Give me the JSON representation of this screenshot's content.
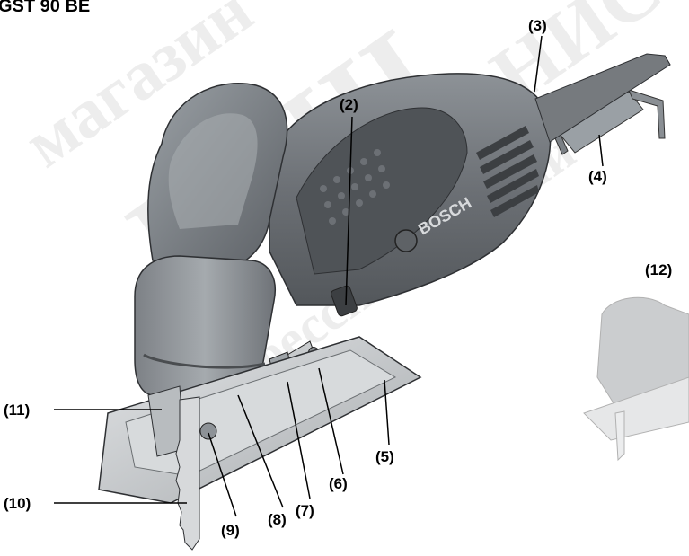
{
  "header": {
    "model_text": "GST 90 BE"
  },
  "watermarks": [
    "магазин",
    "БАШ",
    "ЛЕОНИС",
    "профессиональный"
  ],
  "brand": {
    "logo_text": "BOSCH"
  },
  "callouts": {
    "c1": "(2)",
    "c2": "(3)",
    "c3": "(4)",
    "c4": "(12)",
    "c5": "(11)",
    "c6": "(5)",
    "c7": "(6)",
    "c8": "(10)",
    "c9": "(7)",
    "c10": "(8)",
    "c11": "(9)"
  },
  "colors": {
    "body_dark": "#5a5d61",
    "body_mid": "#767a7e",
    "body_light": "#9aa0a5",
    "housing_top": "#858a8f",
    "metal": "#c9ccce",
    "line": "#000000"
  }
}
